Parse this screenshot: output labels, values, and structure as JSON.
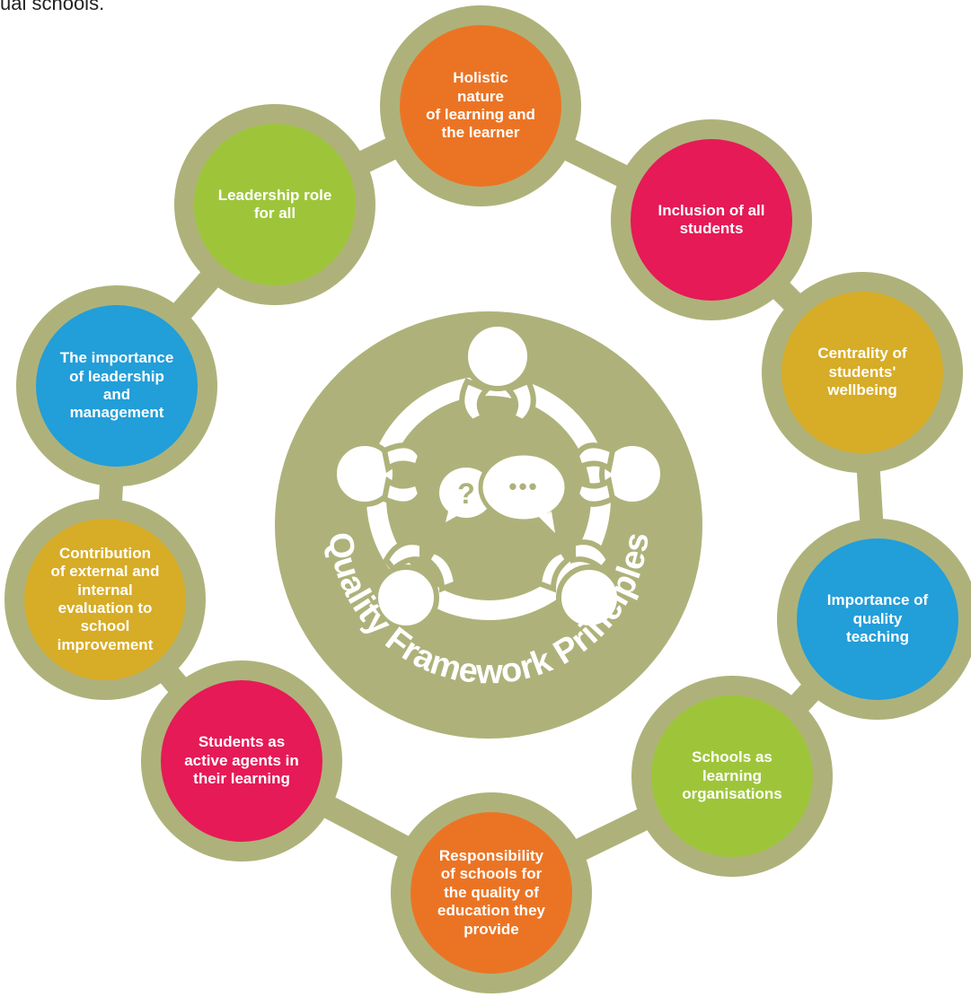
{
  "page": {
    "top_fragment": "ual schools.",
    "colors": {
      "ring": "#aeb27a",
      "center": "#aeb27a",
      "icon": "#ffffff"
    }
  },
  "center": {
    "title": "Quality Framework Principles",
    "icon": "group-discussion-icon",
    "bubbles": [
      "?",
      "•••"
    ]
  },
  "principles": [
    {
      "label": "Holistic\nnature\nof learning and\nthe learner",
      "color": "#eb7424"
    },
    {
      "label": "Inclusion of all\nstudents",
      "color": "#e51a57"
    },
    {
      "label": "Centrality of\nstudents'\nwellbeing",
      "color": "#d7ac26"
    },
    {
      "label": "Importance of\nquality\nteaching",
      "color": "#229ed9"
    },
    {
      "label": "Schools as\nlearning\norganisations",
      "color": "#9ec53a"
    },
    {
      "label": "Responsibility\nof schools for\nthe quality of\neducation they\nprovide",
      "color": "#eb7424"
    },
    {
      "label": "Students as\nactive agents in\ntheir learning",
      "color": "#e51a57"
    },
    {
      "label": "Contribution\nof external and\ninternal\nevaluation to\nschool\nimprovement",
      "color": "#d7ac26"
    },
    {
      "label": "The importance\nof leadership\nand\nmanagement",
      "color": "#229ed9"
    },
    {
      "label": "Leadership role\nfor all",
      "color": "#9ec53a"
    }
  ]
}
